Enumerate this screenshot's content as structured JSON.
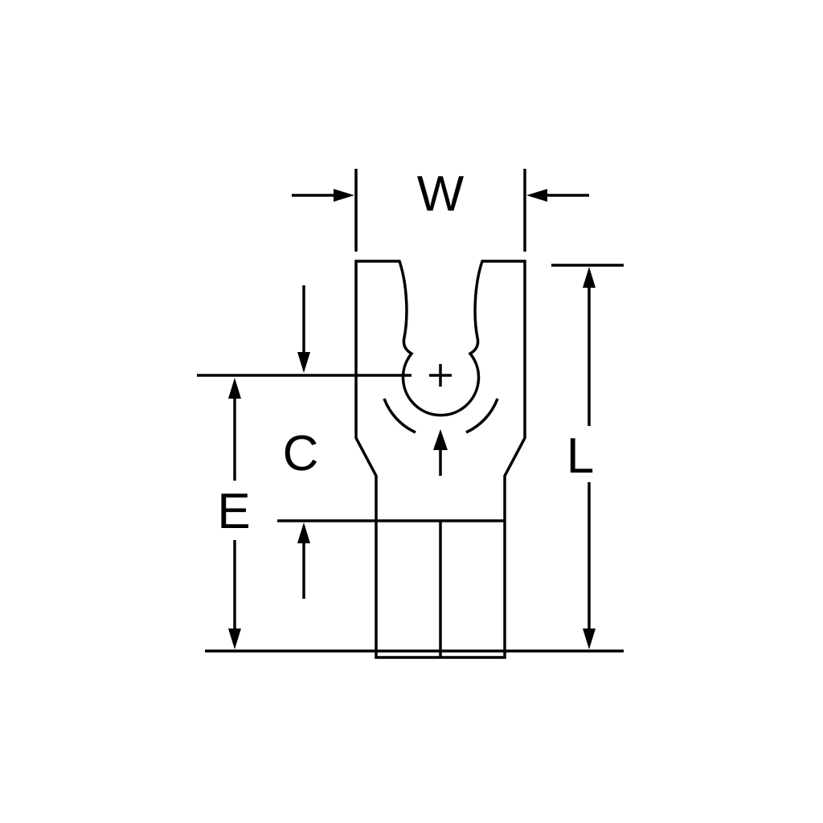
{
  "page": {
    "background": "#ffffff",
    "line_color": "#000000"
  },
  "diagram": {
    "type": "technical-dimension-drawing",
    "dimension_labels": {
      "w": "W",
      "c": "C",
      "e": "E",
      "l": "L"
    },
    "markers": {
      "center_mark": "plus-icon",
      "orientation_arrow": "up-arrow-icon"
    }
  }
}
